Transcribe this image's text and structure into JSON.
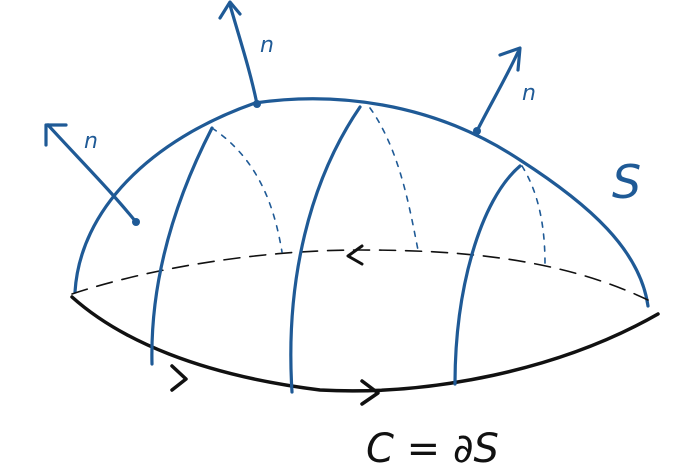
{
  "figure": {
    "surface_label": "S",
    "normal_label": "n",
    "boundary_label": "C = ∂S"
  },
  "colors": {
    "surface_ink": "#1f5a96",
    "boundary_ink": "#111111",
    "background": "#ffffff"
  }
}
